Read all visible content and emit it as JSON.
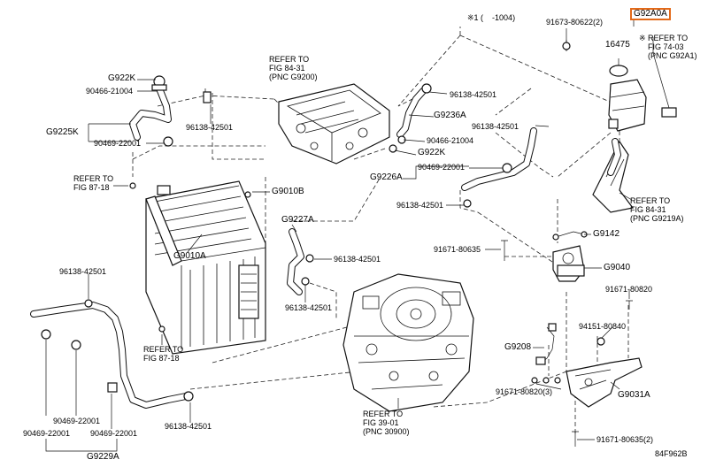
{
  "diagram_code": "84F962B",
  "note": "※1 (    -1004)",
  "labels": {
    "g922k_top": "G922K",
    "p90466_left": "90466-21004",
    "g9225k": "G9225K",
    "p96138_a": "96138-42501",
    "p90469_a": "90469-22001",
    "refer_fig87_top": "REFER TO\nFIG 87-18",
    "refer_fig84_top": "REFER TO\nFIG 84-31\n(PNC G9200)",
    "g9010b": "G9010B",
    "g9010a": "G9010A",
    "g9227a": "G9227A",
    "p96138_b": "96138-42501",
    "p96138_c": "96138-42501",
    "p96138_left": "96138-42501",
    "refer_fig87_bot": "REFER TO\nFIG 87-18",
    "p90469_b": "90469-22001",
    "p90469_c": "90469-22001",
    "p90469_d": "90469-22001",
    "g9229a": "G9229A",
    "p96138_bot": "96138-42501",
    "refer_fig39": "REFER TO\nFIG 39-01\n(PNC 30900)",
    "p96138_d": "96138-42501",
    "g9236a": "G9236A",
    "p90466_mid": "90466-21004",
    "g922k_mid": "G922K",
    "p96138_e": "96138-42501",
    "p90469_e": "90469-22001",
    "g9226a": "G9226A",
    "p96138_f": "96138-42501",
    "p91673": "91673-80622(2)",
    "g92a0a": "G92A0A",
    "p16475": "16475",
    "refer_fig74": "REFER TO\nFIG 74-03\n(PNC G92A1)",
    "refer_fig84_right": "REFER TO\nFIG 84-31\n(PNC G9219A)",
    "g9142": "G9142",
    "p91671_a": "91671-80635",
    "g9040": "G9040",
    "p91671_b": "91671-80820",
    "p94151": "94151-80840",
    "g9208": "G9208",
    "p91671_c": "91671-80820(3)",
    "g9031a": "G9031A",
    "p91671_d": "91671-80635(2)",
    "note_mark": "※"
  },
  "colors": {
    "highlight": "#e36a1a",
    "line": "#111111"
  }
}
